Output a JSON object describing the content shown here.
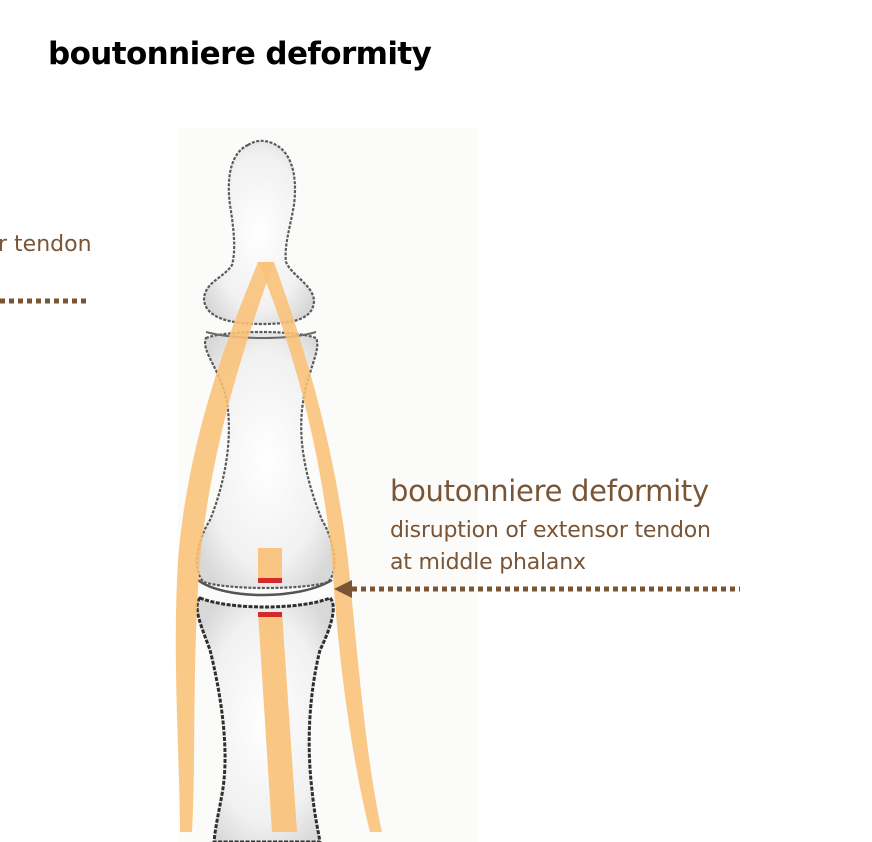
{
  "title": "boutonniere deformity",
  "left_label": "r tendon",
  "annotation": {
    "heading": "boutonniere deformity",
    "line1": "disruption of extensor tendon",
    "line2": "at middle phalanx"
  },
  "colors": {
    "tendon": "#f9c278",
    "rupture": "#d42a2a",
    "annotation_text": "#7a5535",
    "bone_outline": "#4a4a4a",
    "title_text": "#000000"
  }
}
